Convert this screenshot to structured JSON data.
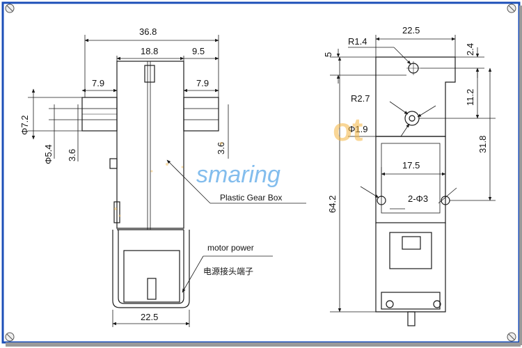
{
  "watermark": {
    "brand": "smaring",
    "fragment": "ot"
  },
  "left_view": {
    "dims": {
      "overall_width": "36.8",
      "body_width": "18.8",
      "shaft_offset": "9.5",
      "shaft_len_left": "7.9",
      "shaft_len_right": "7.9",
      "dia_outer": "Φ7.2",
      "dia_inner": "Φ5.4",
      "flat_left": "3.6",
      "flat_right": "3.6",
      "bottom_width": "22.5"
    },
    "labels": {
      "gear_box": "Plastic Gear Box",
      "motor_power": "motor power",
      "terminal_cn": "电源接头端子"
    }
  },
  "right_view": {
    "dims": {
      "top_width": "22.5",
      "top_hole_radius": "R1.4",
      "top_offset": "5",
      "top_hole_offset": "2.4",
      "mid_radius": "R2.7",
      "mid_dia": "Φ1.9",
      "mid_offset": "11.2",
      "hole_height": "31.8",
      "overall_height": "64.2",
      "hole_spacing": "17.5",
      "hole_spec": "2-Φ3"
    }
  },
  "colors": {
    "line": "#1a1a1a",
    "frame_blue": "#1c4fb8",
    "watermark_blue": "#5aa8e8",
    "watermark_orange": "#f5b642"
  }
}
